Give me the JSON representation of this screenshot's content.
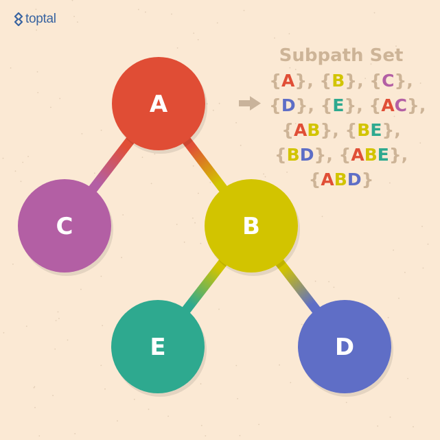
{
  "brand": {
    "name": "toptal",
    "icon": "toptal-logo-icon",
    "color": "#3863a0"
  },
  "colors": {
    "background": "#fbe9d4",
    "punctuation": "#cdb497",
    "arrow": "#c9b39b",
    "A": "#e04e36",
    "B": "#d2c400",
    "C": "#b35fa4",
    "D": "#5e6ec6",
    "E": "#2ea98f"
  },
  "tree": {
    "nodes": [
      {
        "id": "A",
        "label": "A"
      },
      {
        "id": "B",
        "label": "B"
      },
      {
        "id": "C",
        "label": "C"
      },
      {
        "id": "D",
        "label": "D"
      },
      {
        "id": "E",
        "label": "E"
      }
    ],
    "edges": [
      {
        "from": "A",
        "to": "C"
      },
      {
        "from": "A",
        "to": "B"
      },
      {
        "from": "B",
        "to": "E"
      },
      {
        "from": "B",
        "to": "D"
      }
    ]
  },
  "arrow_icon": "right-arrow-icon",
  "subpath_set": {
    "title": "Subpath Set",
    "sets": [
      "A",
      "B",
      "C",
      "D",
      "E",
      "AC",
      "AB",
      "BE",
      "BD",
      "ABE",
      "ABD"
    ],
    "lines": [
      [
        0,
        1,
        2
      ],
      [
        3,
        4,
        5
      ],
      [
        6,
        7
      ],
      [
        8,
        9
      ],
      [
        10
      ]
    ]
  }
}
